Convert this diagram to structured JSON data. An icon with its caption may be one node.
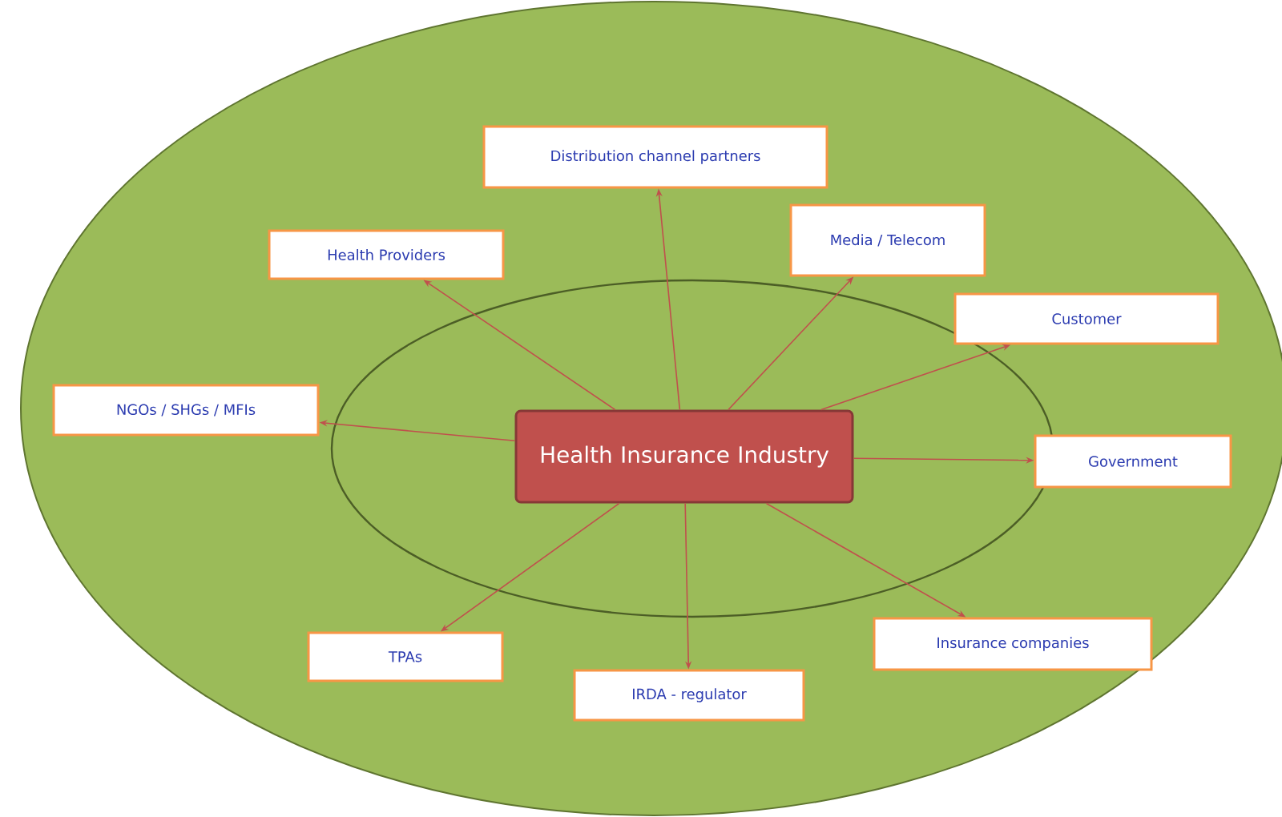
{
  "diagram": {
    "nodes": [
      {
        "text": [
          "Health Insurance Industry"
        ]
      },
      {
        "text": [
          "Distribution channel partners"
        ]
      },
      {
        "text": [
          "Media / Telecom"
        ]
      },
      {
        "text": [
          "Health Providers"
        ]
      },
      {
        "text": [
          "Customer"
        ]
      },
      {
        "text": [
          "NGOs / SHGs / MFIs"
        ]
      },
      {
        "text": [
          "Government"
        ]
      },
      {
        "text": [
          "Insurance companies"
        ]
      },
      {
        "text": [
          "TPAs"
        ]
      },
      {
        "text": [
          "IRDA - regulator"
        ]
      }
    ],
    "edges": [
      {
        "from": 0,
        "to": 1,
        "arrow": "to"
      },
      {
        "from": 0,
        "to": 2,
        "arrow": "to"
      },
      {
        "from": 0,
        "to": 3,
        "arrow": "to"
      },
      {
        "from": 0,
        "to": 4,
        "arrow": "to"
      },
      {
        "from": 0,
        "to": 5,
        "arrow": "to"
      },
      {
        "from": 0,
        "to": 6,
        "arrow": "to"
      },
      {
        "from": 0,
        "to": 7,
        "arrow": "to"
      },
      {
        "from": 0,
        "to": 8,
        "arrow": "to"
      },
      {
        "from": 0,
        "to": 9,
        "arrow": "to"
      }
    ]
  }
}
